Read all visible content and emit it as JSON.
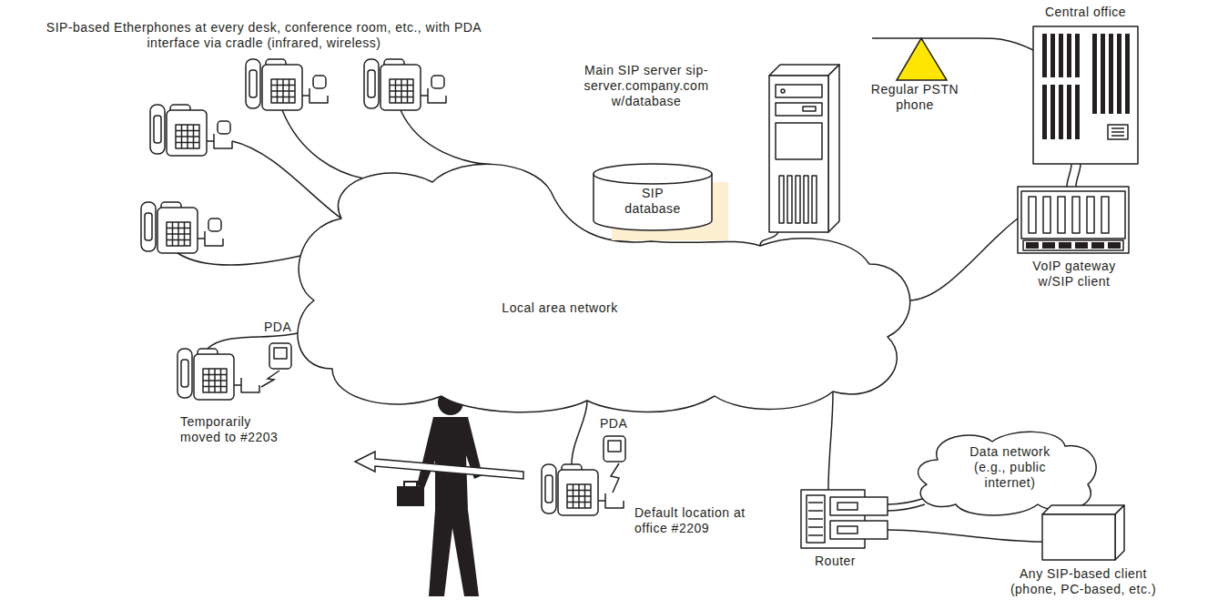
{
  "diagram": {
    "nodes": [
      {
        "text": [
          "Local area network"
        ]
      },
      {
        "text": [
          "SIP database"
        ]
      },
      {
        "text": [
          "Main SIP server sip-server.company.com w/database"
        ]
      },
      {
        "text": [
          "Central office"
        ]
      },
      {
        "text": [
          "Regular PSTN phone"
        ]
      },
      {
        "text": [
          "VoIP gateway w/SIP client"
        ]
      },
      {
        "text": [
          "Router"
        ]
      },
      {
        "text": [
          "Data network (e.g., public internet)"
        ]
      },
      {
        "text": [
          "Any SIP-based client (phone, PC-based, etc.)"
        ]
      },
      {
        "text": [
          "PDA",
          "Temporarily moved to #2203"
        ]
      },
      {
        "text": [
          "PDA",
          "Default location at office #2209"
        ]
      }
    ],
    "edges": [
      {
        "from": 0,
        "to": 1,
        "arrow": "none"
      },
      {
        "from": 0,
        "to": 2,
        "arrow": "none"
      },
      {
        "from": 0,
        "to": 5,
        "arrow": "none"
      },
      {
        "from": 5,
        "to": 3,
        "arrow": "none"
      },
      {
        "from": 3,
        "to": 4,
        "arrow": "none"
      },
      {
        "from": 0,
        "to": 6,
        "arrow": "none"
      },
      {
        "from": 6,
        "to": 7,
        "arrow": "none"
      },
      {
        "from": 6,
        "to": 8,
        "arrow": "none"
      },
      {
        "from": 0,
        "to": 9,
        "arrow": "none"
      },
      {
        "from": 0,
        "to": 10,
        "arrow": "none"
      }
    ],
    "labels": [
      "SIP-based Etherphones at every desk, conference room, etc., with PDA interface via cradle (infrared, wireless)"
    ]
  }
}
